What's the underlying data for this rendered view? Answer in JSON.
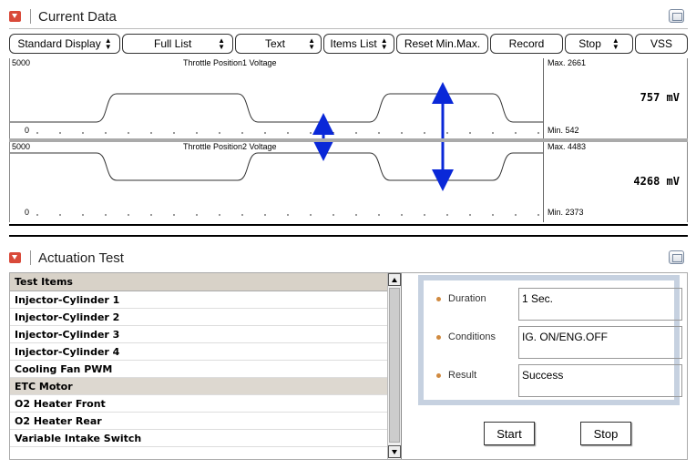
{
  "current_data": {
    "title": "Current Data",
    "toolbar": {
      "display_mode": "Standard Display",
      "list_mode": "Full List",
      "view_mode": "Text",
      "items_list": "Items List",
      "reset_label": "Reset Min.Max.",
      "record_label": "Record",
      "stop_select": "Stop",
      "vss_label": "VSS"
    },
    "graphs": [
      {
        "name": "Throttle Position1 Voltage",
        "y_max_label": "5000",
        "y_min_label": "0",
        "max_text": "Max. 2661",
        "min_text": "Min. 542",
        "current_value": "757 mV"
      },
      {
        "name": "Throttle Position2 Voltage",
        "y_max_label": "5000",
        "y_min_label": "0",
        "max_text": "Max. 4483",
        "min_text": "Min. 2373",
        "current_value": "4268 mV"
      }
    ]
  },
  "actuation_test": {
    "title": "Actuation Test",
    "list_header": "Test Items",
    "items": [
      "Injector-Cylinder 1",
      "Injector-Cylinder 2",
      "Injector-Cylinder 3",
      "Injector-Cylinder 4",
      "Cooling Fan PWM",
      "ETC Motor",
      "O2 Heater Front",
      "O2 Heater Rear",
      "Variable Intake Switch"
    ],
    "selected_item": "ETC Motor",
    "duration_label": "Duration",
    "duration_value": "1 Sec.",
    "conditions_label": "Conditions",
    "conditions_value": "IG. ON/ENG.OFF",
    "result_label": "Result",
    "result_value": "Success",
    "start_label": "Start",
    "stop_label": "Stop"
  },
  "colors": {
    "accent_red": "#d94a3a",
    "arrow_blue": "#0a28d8",
    "result_panel_bg": "#c6d1e0",
    "bullet_orange": "#d08a40"
  }
}
